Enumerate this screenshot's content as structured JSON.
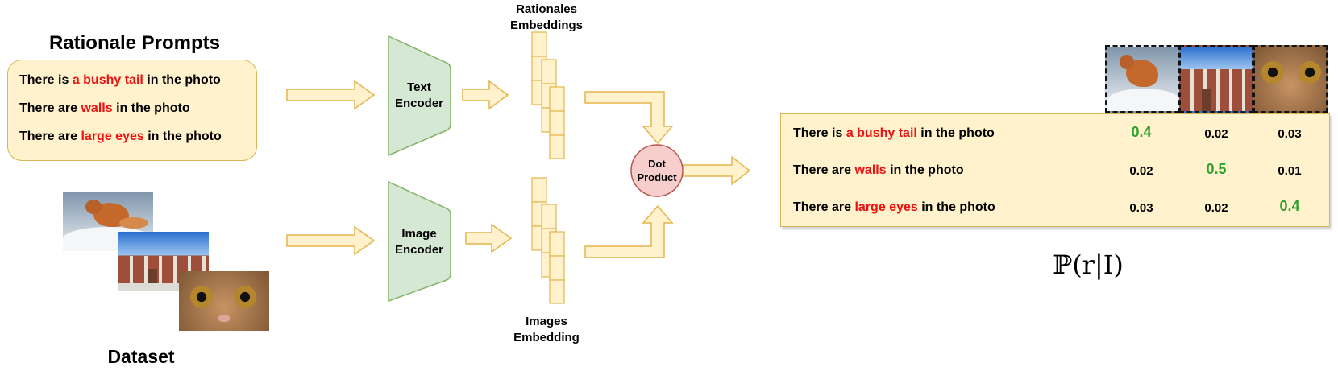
{
  "prompts": {
    "title": "Rationale Prompts",
    "items": [
      {
        "before": "There is ",
        "highlight": "a bushy tail",
        "after": " in the photo"
      },
      {
        "before": "There are ",
        "highlight": "walls",
        "after": " in the photo"
      },
      {
        "before": "There are ",
        "highlight": "large eyes",
        "after": " in the photo"
      }
    ]
  },
  "dataset": {
    "label": "Dataset"
  },
  "encoders": {
    "text": [
      "Text",
      "Encoder"
    ],
    "image": [
      "Image",
      "Encoder"
    ]
  },
  "embeddings": {
    "rationales": [
      "Rationales",
      "Embeddings"
    ],
    "images": [
      "Images",
      "Embedding"
    ]
  },
  "dot_product": [
    "Dot",
    "Product"
  ],
  "table": {
    "rows": [
      {
        "before": "There is ",
        "highlight": "a bushy tail",
        "after": " in the photo",
        "values": [
          "0.4",
          "0.02",
          "0.03"
        ]
      },
      {
        "before": "There are ",
        "highlight": "walls",
        "after": " in the photo",
        "values": [
          "0.02",
          "0.5",
          "0.01"
        ]
      },
      {
        "before": "There are ",
        "highlight": "large eyes",
        "after": " in the photo",
        "values": [
          "0.03",
          "0.02",
          "0.4"
        ]
      }
    ],
    "highlight_color": "#2ea12e"
  },
  "probability_label": "ℙ(r|I)",
  "colors": {
    "prompt_box_fill": "#fff2cc",
    "prompt_box_stroke": "#d6b656",
    "encoder_fill": "#d5e8d4",
    "encoder_stroke": "#82b366",
    "arrow_fill": "#fff2cc",
    "arrow_stroke": "#e6b44c",
    "dot_fill": "#f8cecc",
    "dot_stroke": "#b85450",
    "highlight_text": "#ee1111"
  },
  "icons": {
    "image_1": "fox-photo-icon",
    "image_2": "brick-building-photo-icon",
    "image_3": "cat-eyes-photo-icon"
  }
}
